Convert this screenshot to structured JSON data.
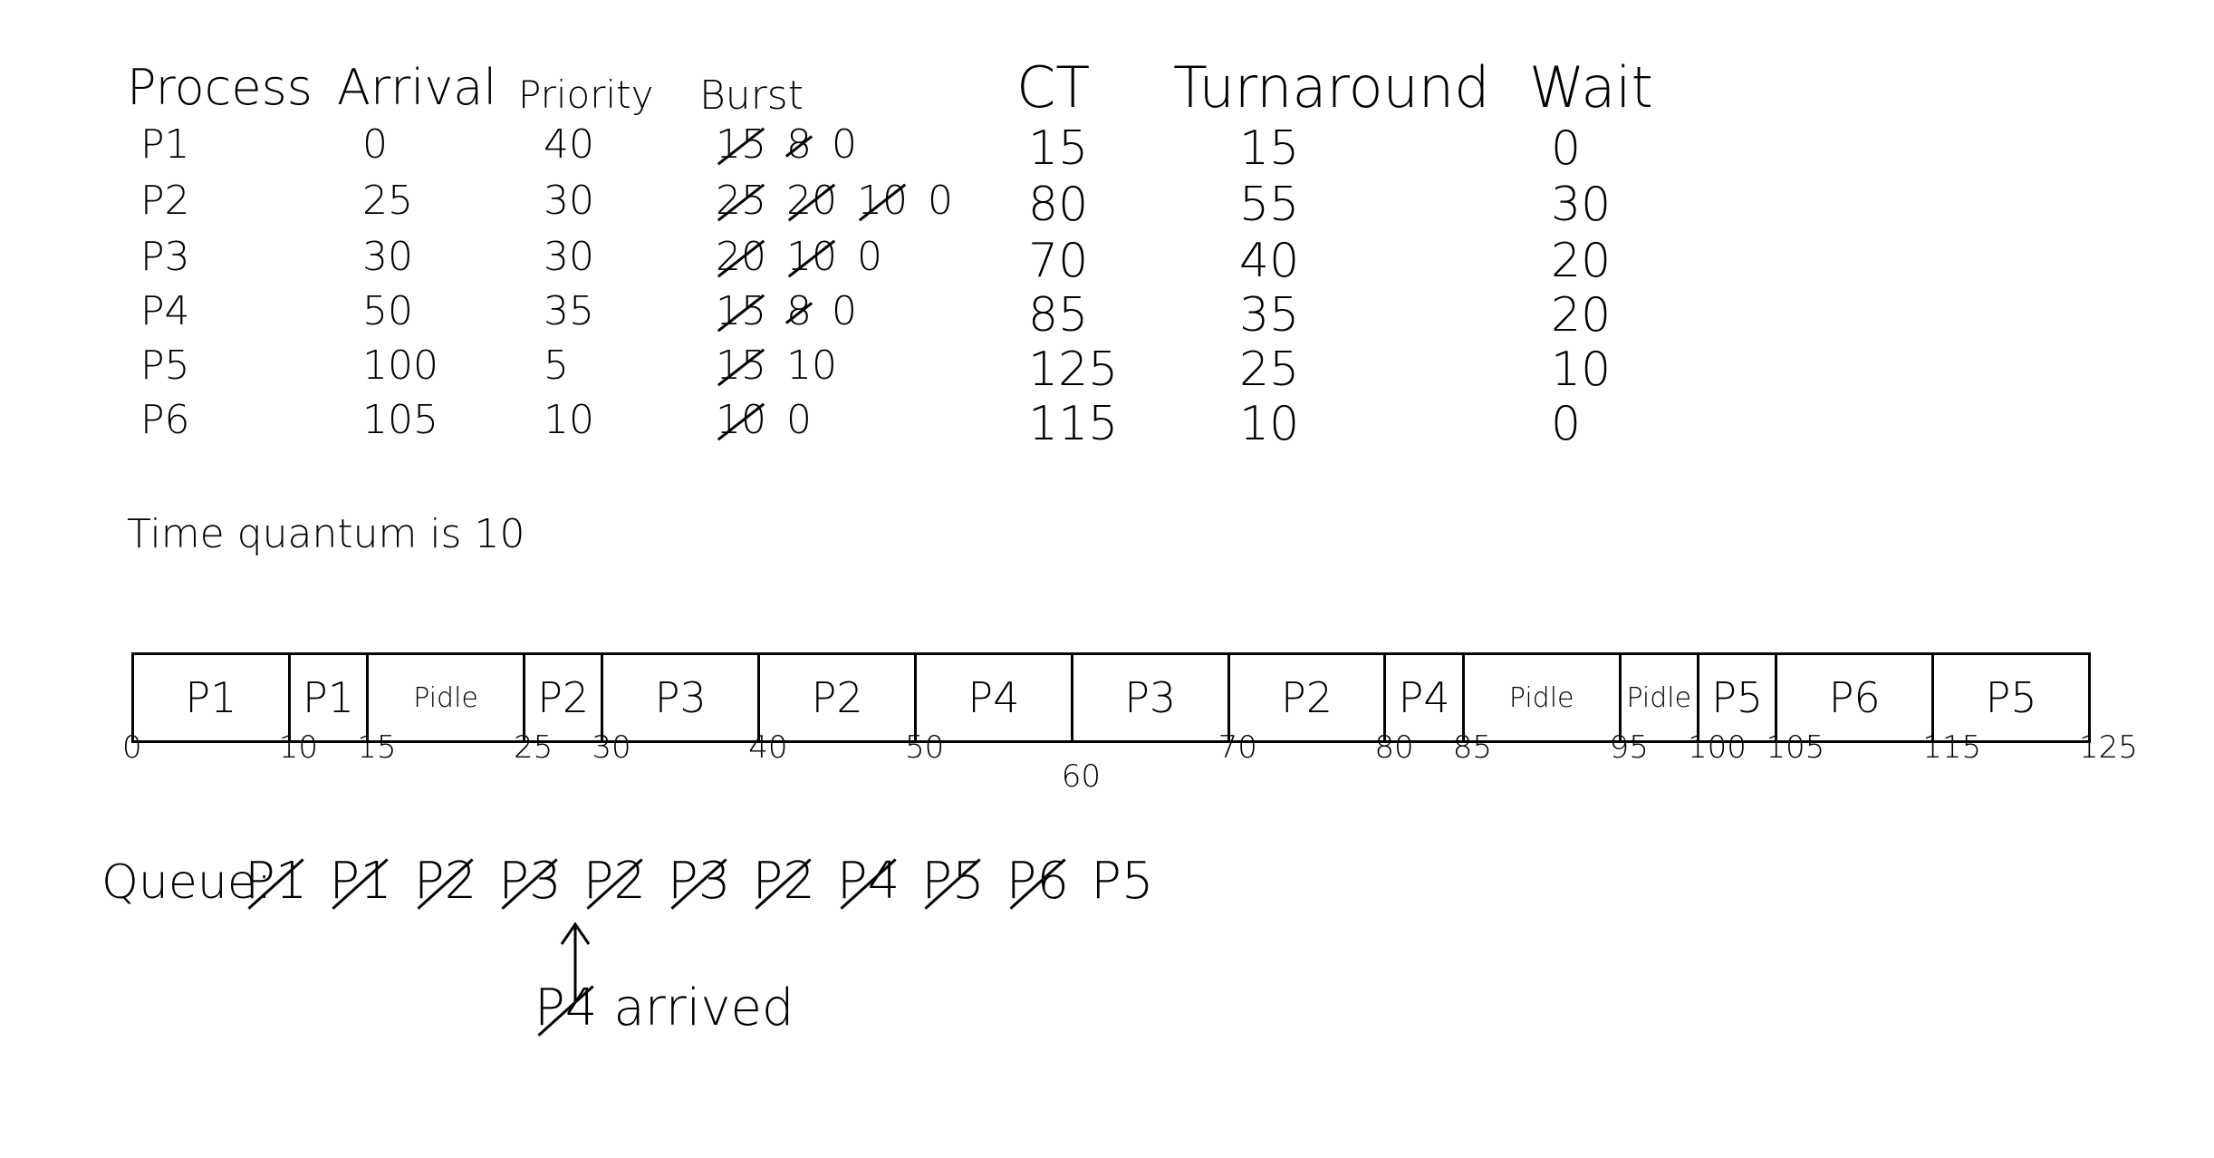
{
  "table": {
    "headers": {
      "process": "Process",
      "arrival": "Arrival",
      "priority": "Priority",
      "burst": "Burst",
      "ct": "CT",
      "turnaround": "Turnaround",
      "wait": "Wait"
    },
    "rows": [
      {
        "process": "P1",
        "arrival": "0",
        "priority": "40",
        "burst": [
          "15",
          "8",
          "0"
        ],
        "burst_struck": [
          true,
          true,
          false
        ],
        "ct": "15",
        "turnaround": "15",
        "wait": "0"
      },
      {
        "process": "P2",
        "arrival": "25",
        "priority": "30",
        "burst": [
          "25",
          "20",
          "10",
          "0"
        ],
        "burst_struck": [
          true,
          true,
          true,
          false
        ],
        "ct": "80",
        "turnaround": "55",
        "wait": "30"
      },
      {
        "process": "P3",
        "arrival": "30",
        "priority": "30",
        "burst": [
          "20",
          "10",
          "0"
        ],
        "burst_struck": [
          true,
          true,
          false
        ],
        "ct": "70",
        "turnaround": "40",
        "wait": "20"
      },
      {
        "process": "P4",
        "arrival": "50",
        "priority": "35",
        "burst": [
          "15",
          "8",
          "0"
        ],
        "burst_struck": [
          true,
          true,
          false
        ],
        "ct": "85",
        "turnaround": "35",
        "wait": "20"
      },
      {
        "process": "P5",
        "arrival": "100",
        "priority": "5",
        "burst": [
          "15",
          "10"
        ],
        "burst_struck": [
          true,
          false
        ],
        "ct": "125",
        "turnaround": "25",
        "wait": "10"
      },
      {
        "process": "P6",
        "arrival": "105",
        "priority": "10",
        "burst": [
          "10",
          "0"
        ],
        "burst_struck": [
          true,
          false
        ],
        "ct": "115",
        "turnaround": "10",
        "wait": "0"
      }
    ]
  },
  "quantum_text": "Time quantum is 10",
  "gantt": {
    "blocks": [
      {
        "label": "P1",
        "start": 0,
        "end": 10
      },
      {
        "label": "P1",
        "start": 10,
        "end": 15
      },
      {
        "label": "Pidle",
        "start": 15,
        "end": 25
      },
      {
        "label": "P2",
        "start": 25,
        "end": 30
      },
      {
        "label": "P3",
        "start": 30,
        "end": 40
      },
      {
        "label": "P2",
        "start": 40,
        "end": 50
      },
      {
        "label": "P4",
        "start": 50,
        "end": 60
      },
      {
        "label": "P3",
        "start": 60,
        "end": 70
      },
      {
        "label": "P2",
        "start": 70,
        "end": 80
      },
      {
        "label": "P4",
        "start": 80,
        "end": 85
      },
      {
        "label": "Pidle",
        "start": 85,
        "end": 95
      },
      {
        "label": "Pidle",
        "start": 95,
        "end": 100
      },
      {
        "label": "P5",
        "start": 100,
        "end": 105
      },
      {
        "label": "P6",
        "start": 105,
        "end": 115
      },
      {
        "label": "P5",
        "start": 115,
        "end": 125
      }
    ],
    "ticks": [
      "0",
      "10",
      "15",
      "25",
      "30",
      "40",
      "50",
      "60",
      "70",
      "80",
      "85",
      "95",
      "100",
      "105",
      "115",
      "125"
    ]
  },
  "queue": {
    "label": "Queue:",
    "items": [
      {
        "label": "P1",
        "done": true
      },
      {
        "label": "P1",
        "done": true
      },
      {
        "label": "P2",
        "done": true
      },
      {
        "label": "P3",
        "done": true
      },
      {
        "label": "P2",
        "done": true
      },
      {
        "label": "P3",
        "done": true
      },
      {
        "label": "P2",
        "done": true
      },
      {
        "label": "P4",
        "done": true
      },
      {
        "label": "P5",
        "done": true
      },
      {
        "label": "P6",
        "done": true
      },
      {
        "label": "P5",
        "done": false
      }
    ]
  },
  "note": {
    "struck_label": "P4",
    "text": "arrived"
  }
}
